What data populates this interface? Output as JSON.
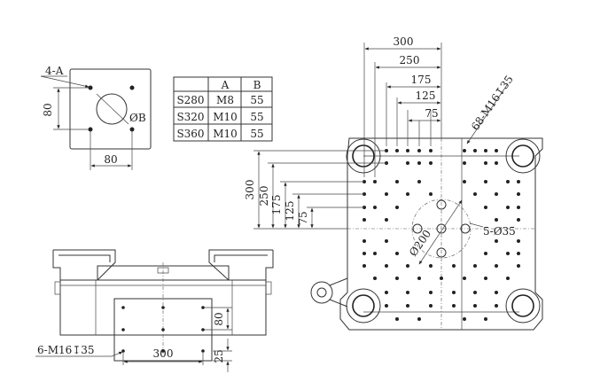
{
  "table": {
    "headers": [
      "",
      "A",
      "B"
    ],
    "rows": [
      [
        "S280",
        "M8",
        "55"
      ],
      [
        "S320",
        "M10",
        "55"
      ],
      [
        "S360",
        "M10",
        "55"
      ]
    ]
  },
  "small_plate": {
    "hole_label": "4-A",
    "width_dim": "80",
    "height_dim": "80",
    "center_label": "ØB"
  },
  "platen": {
    "h_dims": [
      "300",
      "250",
      "175",
      "125",
      "75"
    ],
    "v_dims": [
      "300",
      "250",
      "175",
      "125",
      "75"
    ],
    "thread_label": "68-M16↧35",
    "center_holes_label": "5-Ø35",
    "circle_label": "Ø200"
  },
  "side_view": {
    "thread_label": "6-M16↧35",
    "width_dim": "300",
    "height_dim": "80",
    "offset_dim": "25"
  }
}
